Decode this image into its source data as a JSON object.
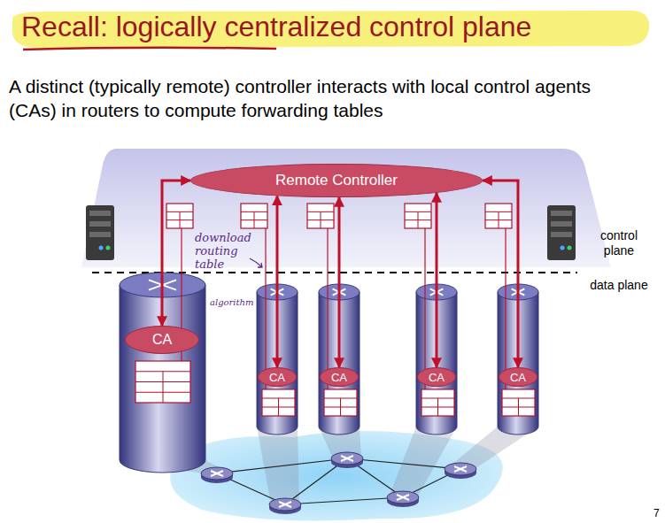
{
  "diagram": {
    "title": "Recall: logically centralized control plane",
    "nodes": [
      {
        "text": [
          "Remote Controller"
        ]
      },
      {
        "text": [
          "CA"
        ]
      },
      {
        "text": [
          "CA"
        ]
      },
      {
        "text": [
          "CA"
        ]
      },
      {
        "text": [
          "CA"
        ]
      },
      {
        "text": [
          "CA"
        ]
      }
    ],
    "edges": [
      {
        "from": 0,
        "to": 1,
        "arrow": "both"
      },
      {
        "from": 0,
        "to": 2,
        "arrow": "both"
      },
      {
        "from": 0,
        "to": 3,
        "arrow": "both"
      },
      {
        "from": 0,
        "to": 4,
        "arrow": "both"
      },
      {
        "from": 0,
        "to": 5,
        "arrow": "both"
      }
    ],
    "labels": [
      "A distinct (typically remote) controller interacts with local control agents (CAs) in routers to compute forwarding tables",
      "control plane",
      "data plane",
      "download routing table",
      "algorithm",
      "7"
    ]
  }
}
